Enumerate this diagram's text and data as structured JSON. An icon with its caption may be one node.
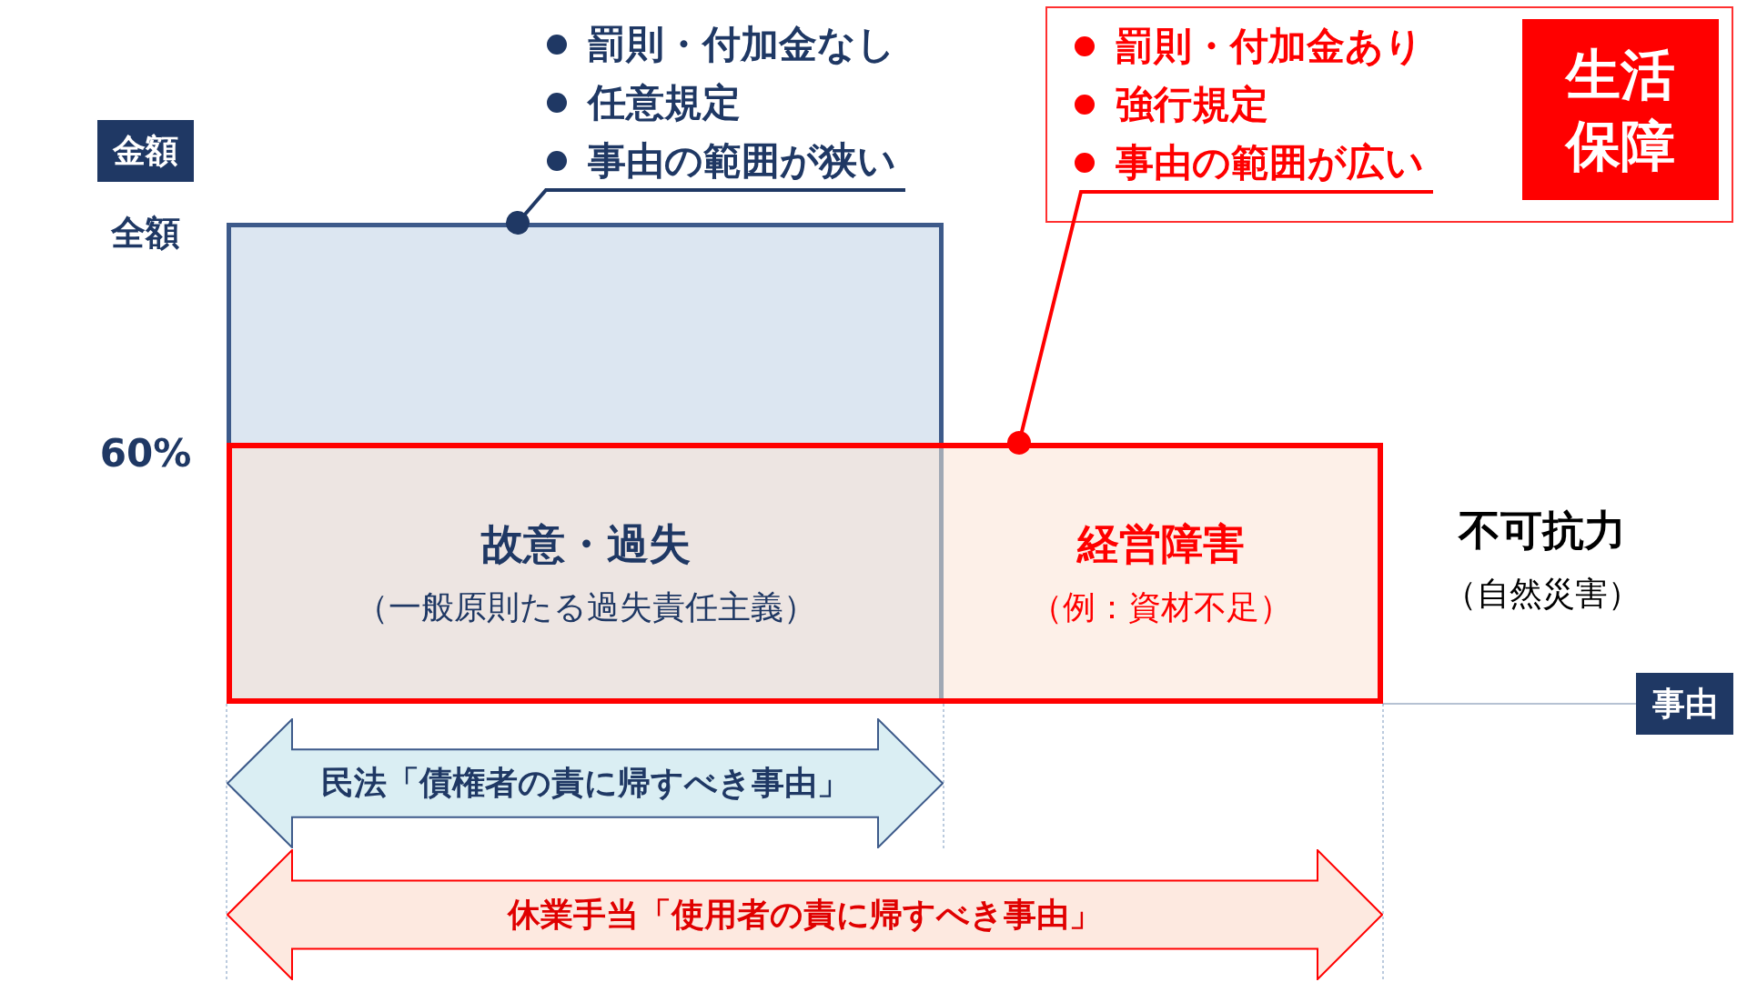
{
  "diagram": {
    "nodes": [
      {
        "text": [
          "罰則・付加金なし",
          "任意規定",
          "事由の範囲が狭い"
        ]
      },
      {
        "text": [],
        "shape": "box"
      },
      {
        "text": [],
        "shape": "box"
      },
      {
        "text": [
          "罰則・付加金あり",
          "強行規定",
          "事由の範囲が広い"
        ],
        "in": 2
      },
      {
        "text": [
          "生活保障"
        ],
        "in": 2
      },
      {
        "text": [],
        "shape": "box"
      },
      {
        "text": [
          "故意・過失",
          "（一般原則たる過失責任主義）"
        ],
        "in": 5
      },
      {
        "text": [
          "経営障害",
          "（例：資材不足）"
        ],
        "in": 5
      },
      {
        "text": [
          "不可抗力",
          "（自然災害）"
        ]
      },
      {
        "text": [
          "民法「債権者の責に帰すべき事由」"
        ]
      },
      {
        "text": [
          "休業手当「使用者の責に帰すべき事由」"
        ]
      }
    ],
    "edges": [
      {
        "from": 0,
        "to": 1,
        "arrow": "other",
        "color": "#1f3864"
      },
      {
        "from": 3,
        "to": 5,
        "arrow": "other",
        "color": "#ff0000"
      }
    ],
    "labels": [
      "金額",
      "全額",
      "60%",
      "事由"
    ]
  }
}
